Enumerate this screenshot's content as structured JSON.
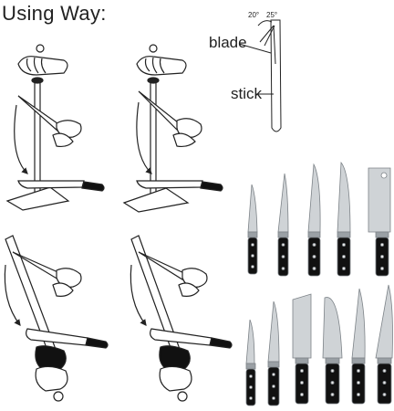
{
  "title": "Using Way:",
  "diagram": {
    "blade_label": "blade",
    "stick_label": "stick",
    "angle_low": "20°",
    "angle_high": "25°"
  },
  "colors": {
    "line": "#222222",
    "blade": "#cfd3d6",
    "blade_shade": "#9aa0a5",
    "handle": "#111111",
    "rivet": "#e8e8e8"
  }
}
